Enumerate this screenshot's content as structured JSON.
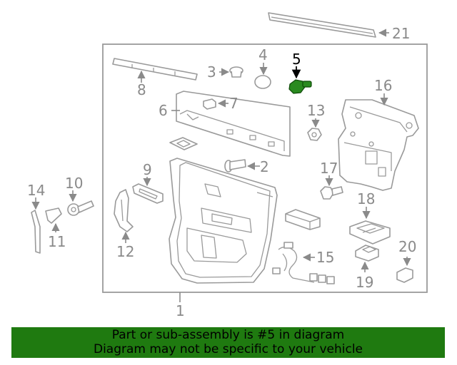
{
  "diagram": {
    "highlight_color": "#2a8a1f",
    "banner_color": "#1f7a10",
    "callouts": [
      "1",
      "2",
      "3",
      "4",
      "5",
      "6",
      "7",
      "8",
      "9",
      "10",
      "11",
      "12",
      "13",
      "14",
      "15",
      "16",
      "17",
      "18",
      "19",
      "20",
      "21"
    ],
    "highlighted_callout": "5"
  },
  "banner": {
    "line1": "Part or sub-assembly is #5 in diagram",
    "line2": "Diagram may not be specific to your vehicle"
  }
}
